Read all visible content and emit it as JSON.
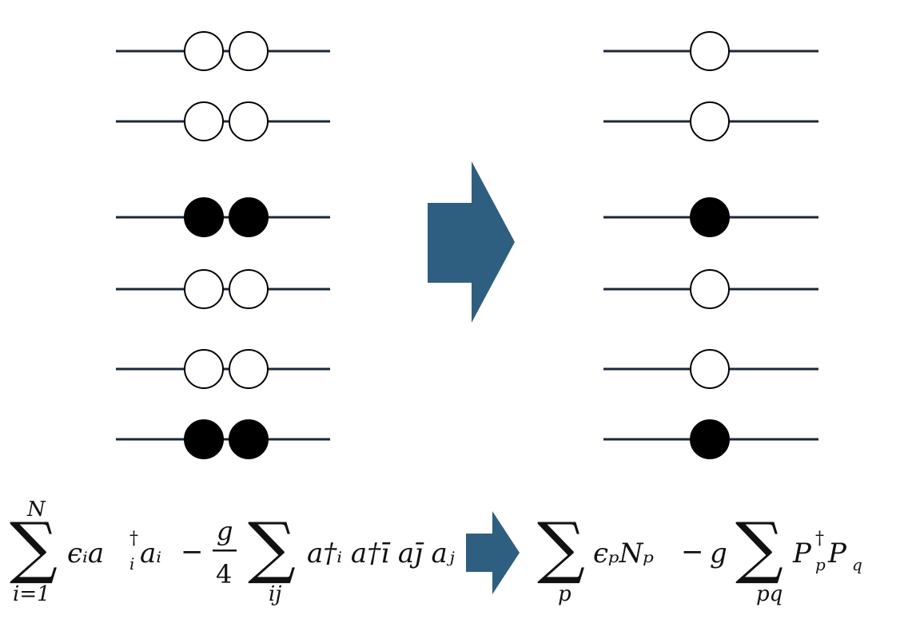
{
  "colors": {
    "line": "#1b2838",
    "arrow": "#2f5f80",
    "filled": "#000000",
    "empty": "#ffffff",
    "stroke": "#000000"
  },
  "left_levels": [
    {
      "state": "empty"
    },
    {
      "state": "empty"
    },
    {
      "state": "filled"
    },
    {
      "state": "empty"
    },
    {
      "state": "empty"
    },
    {
      "state": "filled"
    }
  ],
  "right_levels": [
    {
      "state": "empty"
    },
    {
      "state": "empty"
    },
    {
      "state": "filled"
    },
    {
      "state": "empty"
    },
    {
      "state": "empty"
    },
    {
      "state": "filled"
    }
  ],
  "equations": {
    "lhs": {
      "sum1_upper": "N",
      "sum1_lower": "i=1",
      "term1": "ϵᵢa",
      "dagger": "†",
      "term1_sub": "i",
      "term1_tail": "aᵢ",
      "minus": "−",
      "frac_num": "g",
      "frac_den": "4",
      "sum2_lower": "ij",
      "term2": "a†ᵢ a†ī aj̄ aⱼ"
    },
    "rhs": {
      "sum1_lower": "p",
      "term1": "ϵₚNₚ",
      "minus": "−",
      "coef": "g",
      "sum2_lower": "pq",
      "term2_a": "P",
      "term2_a_sup": "†",
      "term2_a_sub": "p",
      "term2_b": "P",
      "term2_b_sub": "q"
    }
  }
}
